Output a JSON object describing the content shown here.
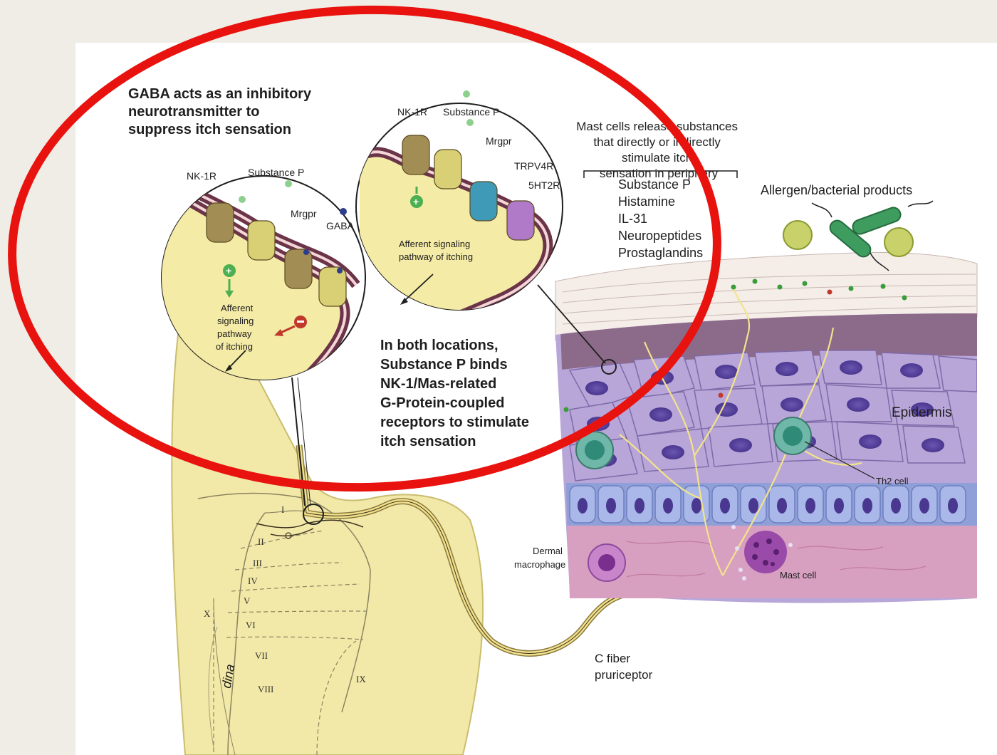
{
  "labels": {
    "gaba_title": [
      "GABA acts as an inhibitory",
      "neurotransmitter to",
      "suppress itch sensation"
    ],
    "left_nk1r": "NK-1R",
    "left_substance_p": "Substance P",
    "left_mrgpr": "Mrgpr",
    "left_gaba": "GABA",
    "left_afferent": [
      "Afferent",
      "signaling",
      "pathway",
      "of itching"
    ],
    "right_nk1r": "NK-1R",
    "right_substance_p": "Substance P",
    "right_mrgpr": "Mrgpr",
    "right_trpv4r": "TRPV4R",
    "right_5ht2r": "5HT2R",
    "right_afferent": [
      "Afferent signaling",
      "pathway of itching"
    ],
    "both_locations": [
      "In both locations,",
      "Substance P binds",
      "NK-1/Mas-related",
      "G-Protein-coupled",
      "receptors to stimulate",
      "itch sensation"
    ],
    "mast_release": [
      "Mast cells release substances",
      "that directly or indirectly",
      "stimulate itch",
      "sensation in periphery"
    ],
    "substances": [
      "Substance P",
      "Histamine",
      "IL-31",
      "Neuropeptides",
      "Prostaglandins"
    ],
    "allergen": "Allergen/bacterial products",
    "epidermis": "Epidermis",
    "th2": "Th2 cell",
    "dermal_macrophage": [
      "Dermal",
      "macrophage"
    ],
    "mast_cell": "Mast cell",
    "c_fiber": [
      "C fiber",
      "pruriceptor"
    ],
    "laminae": [
      "I",
      "II",
      "III",
      "IV",
      "V",
      "VI",
      "VII",
      "VIII",
      "IX",
      "X"
    ],
    "signature": "dina"
  },
  "colors": {
    "highlight_ellipse": "#e8120e",
    "spinal_cord": "#f2e9a8",
    "membrane": "#6b3448",
    "epidermis": "#b8a6d8",
    "basal_cells": "#8fa0d8",
    "dermis": "#d8a0c0",
    "excitatory": "#4caf50",
    "inhibitory": "#c0392b"
  }
}
